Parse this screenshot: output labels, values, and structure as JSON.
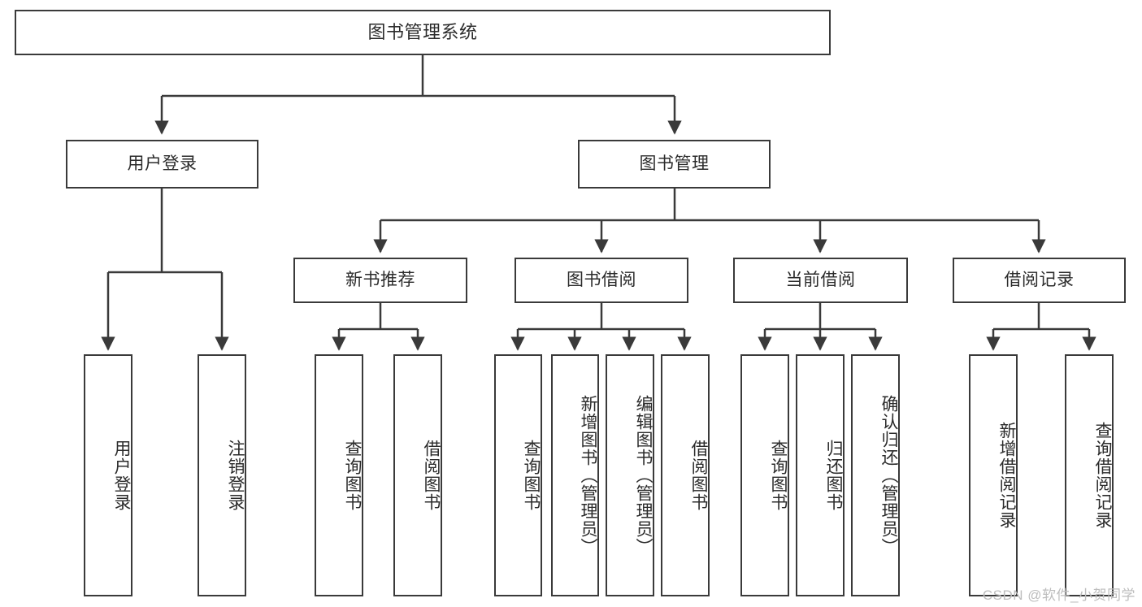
{
  "diagram": {
    "title": "图书管理系统",
    "type": "tree-hierarchy-chart",
    "border_color": "#3a3a3a",
    "text_color": "#2b2b2b",
    "background": "#ffffff"
  },
  "nodes": {
    "root": {
      "label": "图书管理系统"
    },
    "level2": [
      {
        "label": "用户登录"
      },
      {
        "label": "图书管理"
      }
    ],
    "level3": [
      {
        "label": "新书推荐"
      },
      {
        "label": "图书借阅"
      },
      {
        "label": "当前借阅"
      },
      {
        "label": "借阅记录"
      }
    ],
    "leaves_user_login": [
      {
        "label": "用户登录"
      },
      {
        "label": "注销登录"
      }
    ],
    "leaves_new_books": [
      {
        "label": "查询图书"
      },
      {
        "label": "借阅图书"
      }
    ],
    "leaves_borrow": [
      {
        "label": "查询图书"
      },
      {
        "label": "新增图书（管理员）"
      },
      {
        "label": "编辑图书（管理员）"
      },
      {
        "label": "借阅图书"
      }
    ],
    "leaves_current": [
      {
        "label": "查询图书"
      },
      {
        "label": "归还图书"
      },
      {
        "label": "确认归还（管理员）"
      }
    ],
    "leaves_records": [
      {
        "label": "新增借阅记录"
      },
      {
        "label": "查询借阅记录"
      }
    ]
  },
  "watermark": {
    "text": "CSDN @软件_小贺同学"
  }
}
